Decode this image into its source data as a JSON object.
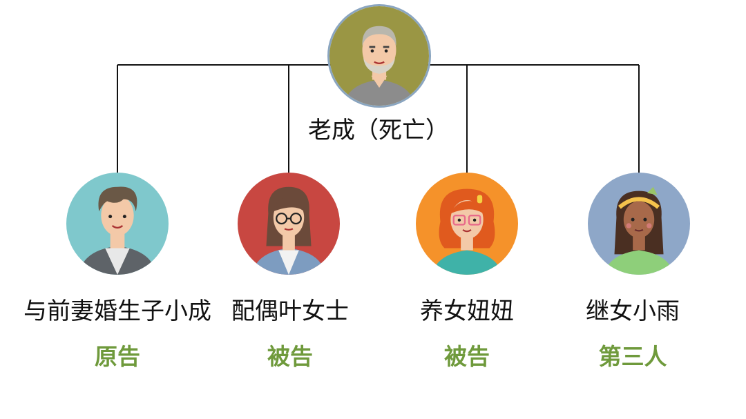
{
  "root": {
    "name": "老成（死亡）",
    "avatar_icon": "old-man-avatar-icon"
  },
  "children": [
    {
      "name": "与前妻婚生子小成",
      "role": "原告",
      "avatar_icon": "young-man-avatar-icon"
    },
    {
      "name": "配偶叶女士",
      "role": "被告",
      "avatar_icon": "woman-with-glasses-avatar-icon"
    },
    {
      "name": "养女妞妞",
      "role": "被告",
      "avatar_icon": "red-haired-girl-avatar-icon"
    },
    {
      "name": "继女小雨",
      "role": "第三人",
      "avatar_icon": "girl-with-headband-avatar-icon"
    }
  ],
  "colors": {
    "role_text": "#6f9a3c",
    "connector_line": "#111111",
    "root_bg": "#9a9644",
    "child1_bg": "#7fc8cc",
    "child2_bg": "#c84741",
    "child3_bg": "#f5922a",
    "child4_bg": "#8ea7c8"
  }
}
